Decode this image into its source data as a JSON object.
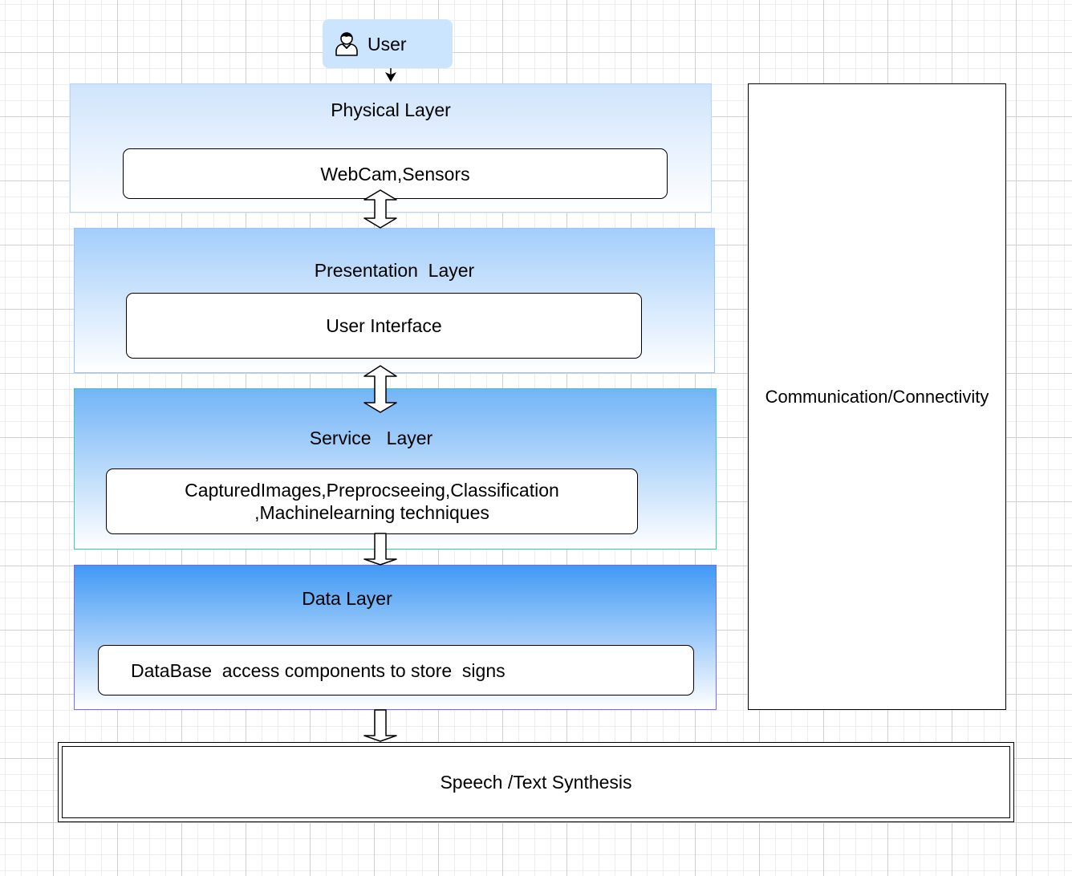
{
  "user": {
    "label": "User",
    "icon": "user-icon"
  },
  "layers": [
    {
      "title": "Physical Layer",
      "content": "WebCam,Sensors"
    },
    {
      "title": "Presentation  Layer",
      "content": "User Interface"
    },
    {
      "title": "Service   Layer",
      "content": "CapturedImages,Preprocseeing,Classification\n,Machinelearning techniques"
    },
    {
      "title": "Data Layer",
      "content": "DataBase  access components to store  signs"
    }
  ],
  "side_panel": {
    "label": "Communication/Connectivity"
  },
  "output": {
    "label": "Speech /Text Synthesis"
  },
  "colors": {
    "user_node": "#cce5ff",
    "physical_layer": "#cfe4fc",
    "presentation_layer": "#a3cefb",
    "service_layer": "#72b4f7",
    "data_layer": "#4199f5",
    "service_border": "#3cc7c2",
    "data_border": "#7b6ce0"
  }
}
